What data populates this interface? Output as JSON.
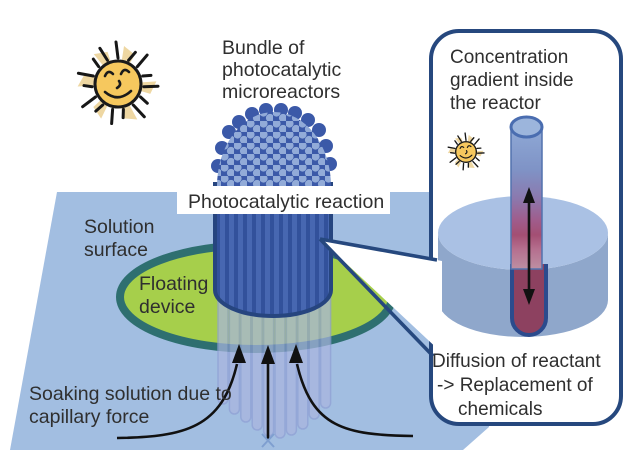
{
  "main": {
    "bundle_label": {
      "l1": "Bundle of",
      "l2": "photocatalytic",
      "l3": "microreactors"
    },
    "reaction_label": "Photocatalytic reaction",
    "solution_label": {
      "l1": "Solution",
      "l2": "surface"
    },
    "floating_label": {
      "l1": "Floating",
      "l2": "device"
    },
    "soaking_label": {
      "l1": "Soaking solution due to",
      "l2": "capillary force"
    }
  },
  "panel": {
    "title": {
      "l1": "Concentration",
      "l2": "gradient inside",
      "l3": "the reactor"
    },
    "caption": {
      "l1": "Diffusion of reactant",
      "l2": "-> Replacement of",
      "l3": "chemicals"
    }
  },
  "icons": {
    "main_sun": "sun-icon",
    "panel_sun": "sun-icon"
  },
  "colors": {
    "solution_blue": "#a2bee1",
    "bundle_blue": "#4767b1",
    "bundle_stripe": "#32519b",
    "bundle_outline": "#26457f",
    "dome_blue": "#3b59a8",
    "dome_dot": "#92abd8",
    "floating_green": "#a6cf4b",
    "floating_teal": "#2e6f70",
    "soaked_tube": "#a9b5df",
    "panel_border": "#26487e",
    "disk_top": "#aac1e4",
    "disk_side": "#8fa7cb",
    "reactor_maroon": "#8d4160",
    "sun_yellow": "#f6c85e",
    "arrow_black": "#111111"
  }
}
